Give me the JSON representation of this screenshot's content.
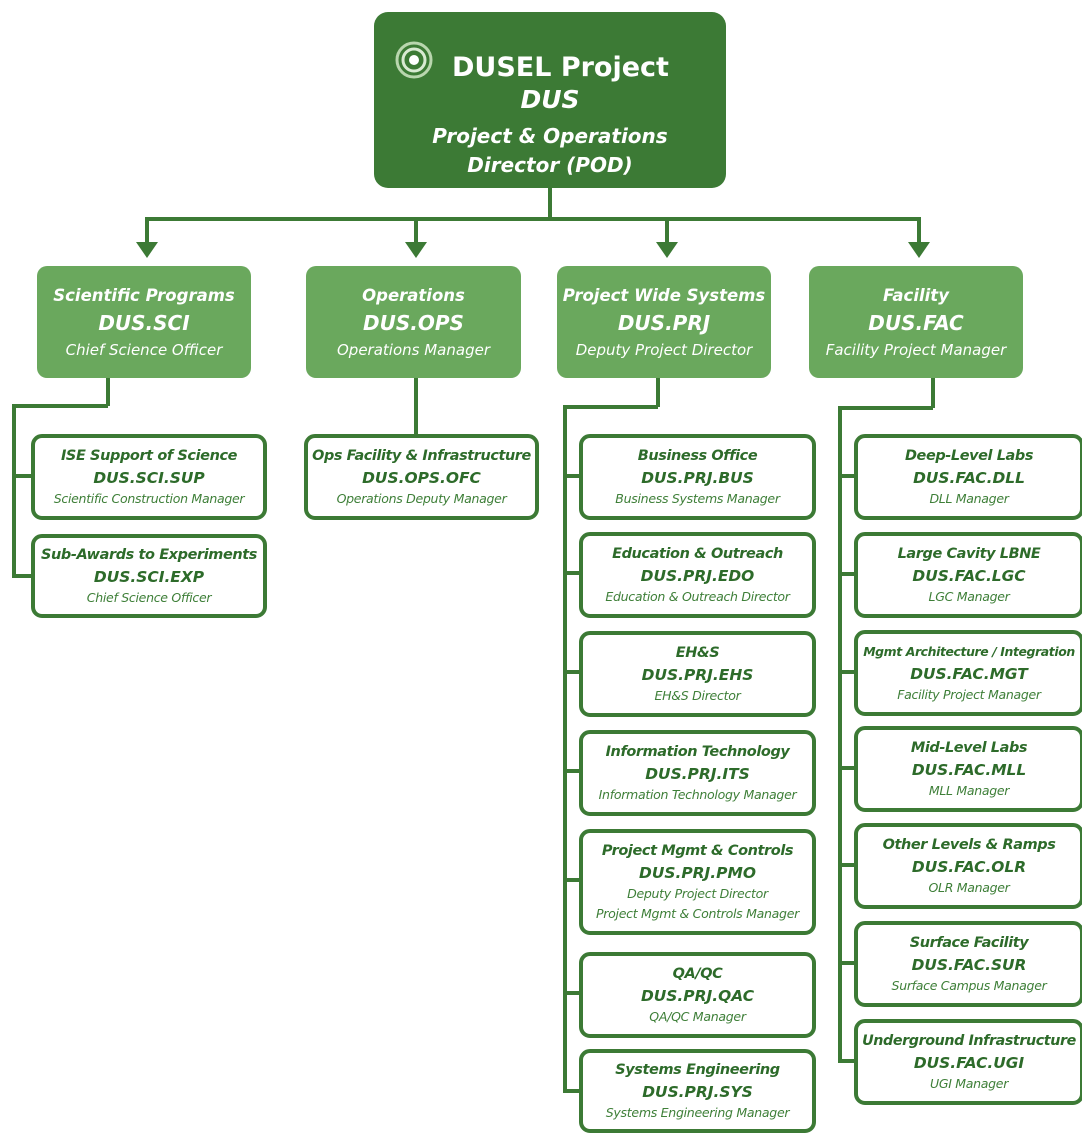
{
  "top": {
    "title": "DUSEL Project",
    "code": "DUS",
    "role_line1": "Project & Operations",
    "role_line2": "Director (POD)"
  },
  "divisions": [
    {
      "name": "Scientific Programs",
      "code": "DUS.SCI",
      "role": "Chief Science Officer",
      "subs": [
        {
          "name": "ISE Support of Science",
          "code": "DUS.SCI.SUP",
          "roles": [
            "Scientific Construction Manager"
          ]
        },
        {
          "name": "Sub-Awards to Experiments",
          "code": "DUS.SCI.EXP",
          "roles": [
            "Chief Science Officer"
          ]
        }
      ]
    },
    {
      "name": "Operations",
      "code": "DUS.OPS",
      "role": "Operations Manager",
      "subs": [
        {
          "name": "Ops Facility & Infrastructure",
          "code": "DUS.OPS.OFC",
          "roles": [
            "Operations Deputy Manager"
          ]
        }
      ]
    },
    {
      "name": "Project Wide Systems",
      "code": "DUS.PRJ",
      "role": "Deputy Project Director",
      "subs": [
        {
          "name": "Business Office",
          "code": "DUS.PRJ.BUS",
          "roles": [
            "Business Systems Manager"
          ]
        },
        {
          "name": "Education & Outreach",
          "code": "DUS.PRJ.EDO",
          "roles": [
            "Education & Outreach Director"
          ]
        },
        {
          "name": "EH&S",
          "code": "DUS.PRJ.EHS",
          "roles": [
            "EH&S Director"
          ]
        },
        {
          "name": "Information Technology",
          "code": "DUS.PRJ.ITS",
          "roles": [
            "Information Technology Manager"
          ]
        },
        {
          "name": "Project Mgmt & Controls",
          "code": "DUS.PRJ.PMO",
          "roles": [
            "Deputy Project Director",
            "Project Mgmt & Controls Manager"
          ]
        },
        {
          "name": "QA/QC",
          "code": "DUS.PRJ.QAC",
          "roles": [
            "QA/QC Manager"
          ]
        },
        {
          "name": "Systems Engineering",
          "code": "DUS.PRJ.SYS",
          "roles": [
            "Systems Engineering Manager"
          ]
        }
      ]
    },
    {
      "name": "Facility",
      "code": "DUS.FAC",
      "role": "Facility Project Manager",
      "subs": [
        {
          "name": "Deep-Level Labs",
          "code": "DUS.FAC.DLL",
          "roles": [
            "DLL Manager"
          ]
        },
        {
          "name": "Large Cavity LBNE",
          "code": "DUS.FAC.LGC",
          "roles": [
            "LGC Manager"
          ]
        },
        {
          "name": "Mgmt Architecture / Integration",
          "code": "DUS.FAC.MGT",
          "roles": [
            "Facility Project Manager"
          ]
        },
        {
          "name": "Mid-Level Labs",
          "code": "DUS.FAC.MLL",
          "roles": [
            "MLL Manager"
          ]
        },
        {
          "name": "Other Levels & Ramps",
          "code": "DUS.FAC.OLR",
          "roles": [
            "OLR Manager"
          ]
        },
        {
          "name": "Surface Facility",
          "code": "DUS.FAC.SUR",
          "roles": [
            "Surface Campus Manager"
          ]
        },
        {
          "name": "Underground Infrastructure",
          "code": "DUS.FAC.UGI",
          "roles": [
            "UGI Manager"
          ]
        }
      ]
    }
  ],
  "colors": {
    "dark_green": "#3c7a35",
    "light_green": "#6aa85d",
    "text_green": "#2d6b2a"
  },
  "icons": {
    "logo": "dusel-spiral-logo-icon",
    "arrow": "down-arrow-icon"
  }
}
